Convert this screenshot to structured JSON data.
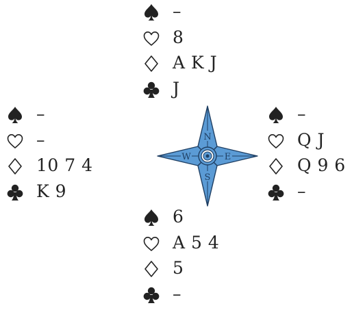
{
  "hands": {
    "north": {
      "spades": "–",
      "hearts": "8",
      "diamonds": "A K J",
      "clubs": "J"
    },
    "west": {
      "spades": "–",
      "hearts": "–",
      "diamonds": "10 7 4",
      "clubs": "K 9"
    },
    "east": {
      "spades": "–",
      "hearts": "Q J",
      "diamonds": "Q 9 6",
      "clubs": "–"
    },
    "south": {
      "spades": "6",
      "hearts": "A 5 4",
      "diamonds": "5",
      "clubs": "–"
    }
  },
  "compass": {
    "north": "N",
    "south": "S",
    "east": "E",
    "west": "W"
  },
  "icons": {
    "spades": "spade-icon",
    "hearts": "heart-icon",
    "diamonds": "diamond-icon",
    "clubs": "club-icon"
  },
  "colors": {
    "text": "#222222",
    "compass_fill": "#5b9bd5",
    "compass_stroke": "#1f3f63"
  }
}
